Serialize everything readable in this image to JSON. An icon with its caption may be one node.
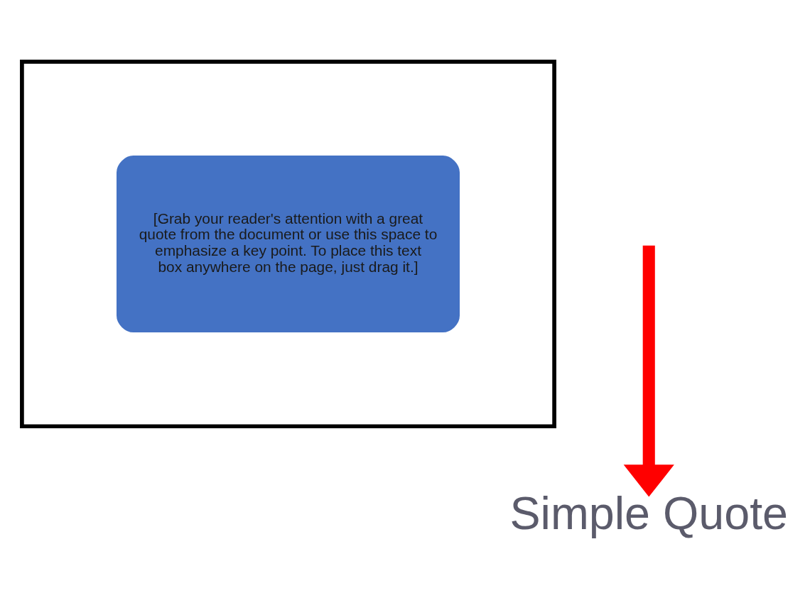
{
  "diagram": {
    "nodes": [
      {
        "text": [],
        "shape": "box"
      },
      {
        "text": [
          "[Grab your reader's attention with a great quote from the document or use this space to emphasize a key point. To place this text box anywhere on the page, just drag it.]"
        ],
        "in": 0
      },
      {
        "text": [
          "Simple Quote"
        ]
      }
    ],
    "edges": [
      {
        "from": null,
        "to": 2,
        "arrow": "to",
        "color": "#ff0000"
      }
    ]
  }
}
